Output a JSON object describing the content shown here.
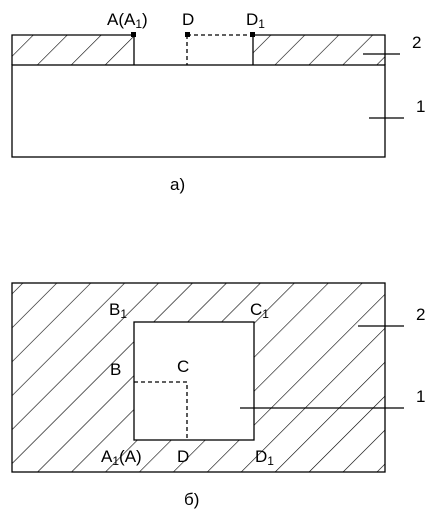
{
  "diagram_a": {
    "caption": "а)",
    "label_a_main": "A(A",
    "label_a_sub": "1",
    "label_a_close": ")",
    "label_d": "D",
    "label_d1_main": "D",
    "label_d1_sub": "1",
    "callout_2": "2",
    "callout_1": "1"
  },
  "diagram_b": {
    "caption": "б)",
    "label_b1_main": "B",
    "label_b1_sub": "1",
    "label_c1_main": "C",
    "label_c1_sub": "1",
    "label_b": "B",
    "label_c": "C",
    "label_a1_main": "A",
    "label_a1_sub": "1",
    "label_a1_rest": "(A)",
    "label_d": "D",
    "label_d1_main": "D",
    "label_d1_sub": "1",
    "callout_2": "2",
    "callout_1": "1"
  },
  "colors": {
    "stroke": "#000000",
    "background": "#ffffff"
  }
}
